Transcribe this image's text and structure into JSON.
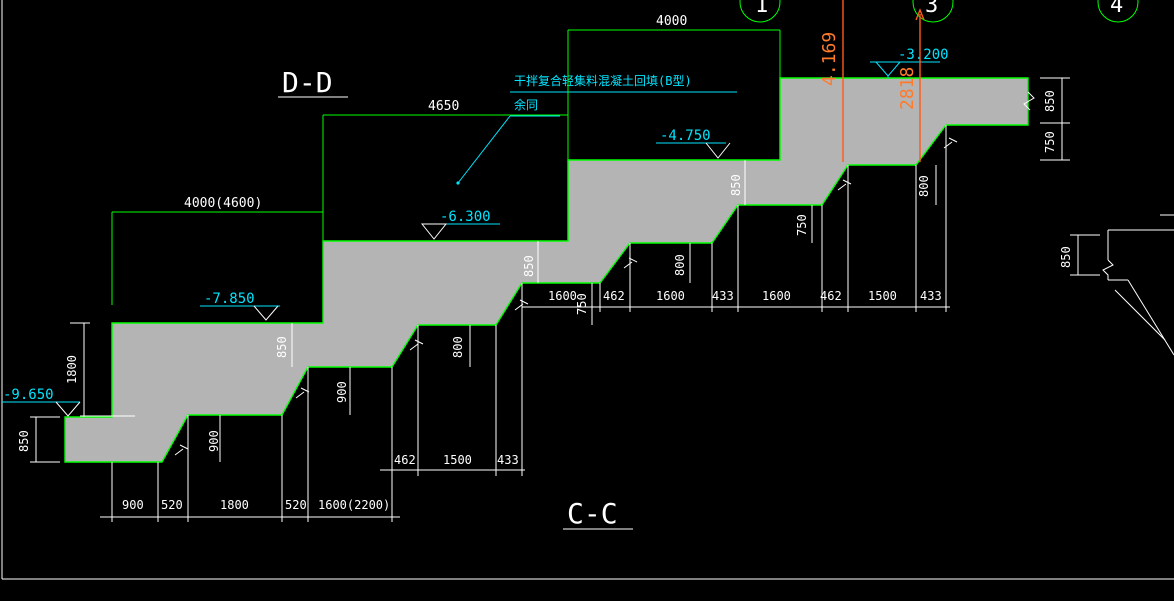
{
  "sections": {
    "dd_title": "D-D",
    "cc_title": "C-C"
  },
  "grid": {
    "g1": "1",
    "g3": "3",
    "g4": "4"
  },
  "note": {
    "line1": "干拌复合轻集料混凝土回填(B型)",
    "line2": "余同"
  },
  "elevations": {
    "e1": "-3.200",
    "e2": "-4.750",
    "e3": "-6.300",
    "e4": "-7.850",
    "e5": "-9.650"
  },
  "orange": {
    "o1": "4.169",
    "o2": "2818"
  },
  "top_dims": {
    "d4000": "4000",
    "d4650": "4650",
    "d4000b": "4000(4600)"
  },
  "right_dims": {
    "r850": "850",
    "r750": "750",
    "r850b": "850"
  },
  "step_dims": {
    "v850a": "850",
    "v850b": "850",
    "v850c": "850",
    "v850d": "850",
    "v750a": "750",
    "v750b": "750",
    "v800a": "800",
    "v800b": "800",
    "v800c": "800",
    "v900a": "900",
    "v900b": "900",
    "v1800": "1800"
  },
  "row1": {
    "a": "1600",
    "b": "462",
    "c": "1600",
    "d": "433",
    "e": "1600",
    "f": "462",
    "g": "1500",
    "h": "433"
  },
  "row2": {
    "a": "462",
    "b": "1500",
    "c": "433"
  },
  "row3": {
    "a": "900",
    "b": "520",
    "c": "1800",
    "d": "520",
    "e": "1600(2200)"
  }
}
